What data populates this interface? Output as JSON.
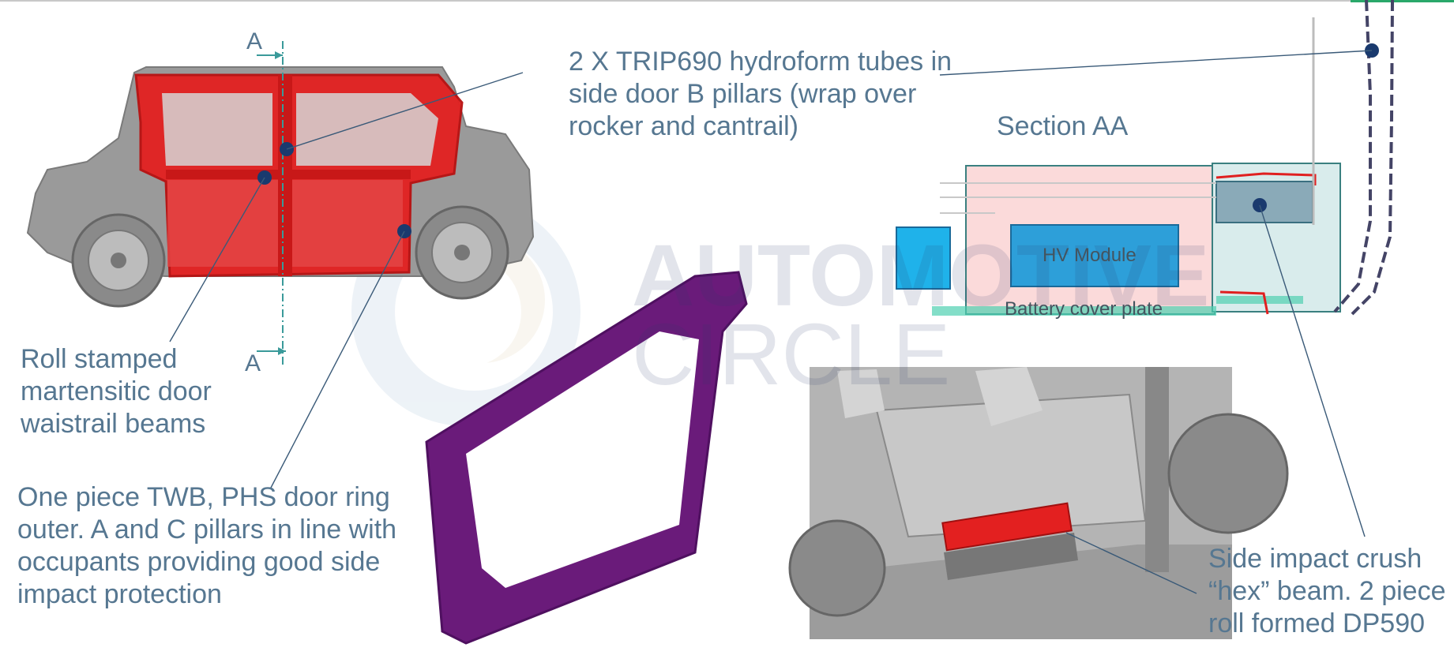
{
  "callouts": {
    "hydroform": "2 X TRIP690 hydroform tubes in\nside door B pillars (wrap over\nrocker and cantrail)",
    "roll_stamped": "Roll stamped\nmartensitic door\nwaistrail beams",
    "twb": "One piece TWB, PHS door ring\nouter. A and C pillars in line with\noccupants providing good side\nimpact protection",
    "hex_beam": "Side impact crush\n“hex” beam. 2 piece\nroll formed DP590"
  },
  "section": {
    "title": "Section AA",
    "marker_top": "A",
    "marker_bottom": "A",
    "hv_module": "HV Module",
    "battery_cover": "Battery cover plate"
  },
  "watermark": {
    "line1": "AUTOMOTIVE",
    "line2": "CIRCLE"
  },
  "colors": {
    "door_ring_red": "#e32020",
    "door_ring_purple": "#6a1b7a",
    "callout_text": "#567791",
    "hv_module_blue": "#2d9fd9",
    "section_pink": "#fbdada",
    "section_teal": "#d9ecec",
    "dot_navy": "#1a3a6e"
  }
}
